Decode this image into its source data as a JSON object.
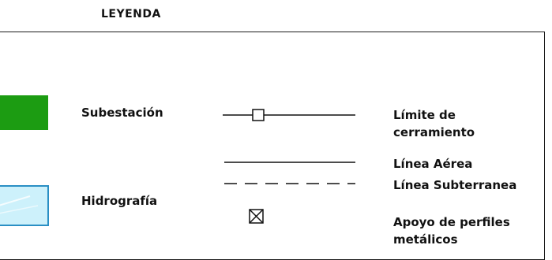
{
  "legend": {
    "title": "LEYENDA",
    "items": {
      "subestacion": {
        "label": "Subestación",
        "color": "#1c9c12"
      },
      "hidrografia": {
        "label": "Hidrografía",
        "fill": "#cdf1fb",
        "border": "#2a8fc4"
      },
      "limite": {
        "label": "Límite de cerramiento"
      },
      "linea_aerea": {
        "label": "Línea Aérea"
      },
      "linea_subterranea": {
        "label": "Línea Subterranea"
      },
      "apoyo": {
        "label": "Apoyo de perfiles metálicos"
      }
    }
  }
}
